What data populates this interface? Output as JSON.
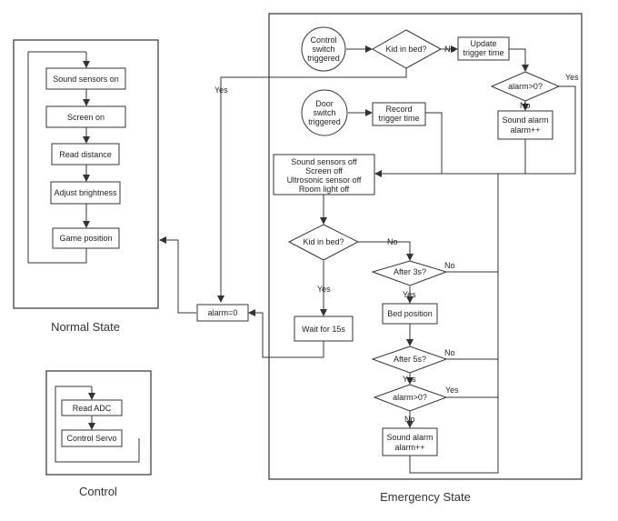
{
  "captions": {
    "normal_state": "Normal State",
    "control": "Control",
    "emergency_state": "Emergency State"
  },
  "normal_state": {
    "steps": [
      "Sound sensors on",
      "Screen on",
      "Read distance",
      "Adjust brightness",
      "Game position"
    ]
  },
  "control": {
    "steps": [
      "Read ADC",
      "Control Servo"
    ]
  },
  "shared": {
    "alarm_reset": "alarm=0"
  },
  "emergency_state": {
    "control_switch_triggered": [
      "Control",
      "switch",
      "triggered"
    ],
    "kid_in_bed_top": "Kid in bed?",
    "update_trigger_time": [
      "Update",
      "trigger time"
    ],
    "alarm_check_top": "alarm>0?",
    "sound_alarm_top": [
      "Sound alarm",
      "alarm++"
    ],
    "door_switch_triggered": [
      "Door",
      "switch",
      "triggered"
    ],
    "record_trigger_time": [
      "Record",
      "trigger time"
    ],
    "all_off": [
      "Sound sensors off",
      "Screen off",
      "Ultrosonic sensor off",
      "Room light off"
    ],
    "kid_in_bed_main": "Kid in bed?",
    "wait_15s": "Wait for 15s",
    "after_3s": "After 3s?",
    "bed_position": "Bed position",
    "after_5s": "After 5s?",
    "alarm_check_bottom": "alarm>0?",
    "sound_alarm_bottom": [
      "Sound alarm",
      "alarm++"
    ]
  },
  "edge_labels": {
    "yes": "Yes",
    "no": "No"
  }
}
